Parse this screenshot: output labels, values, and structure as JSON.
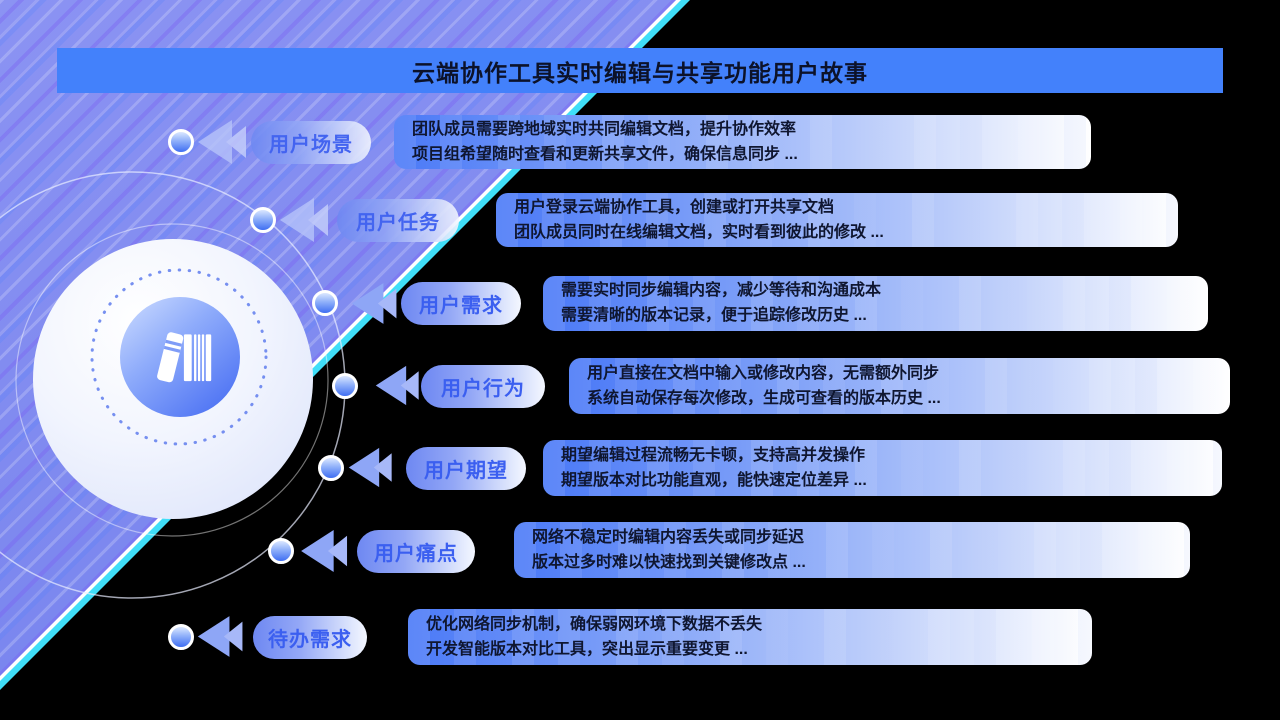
{
  "title": "云端协作工具实时编辑与共享功能用户故事",
  "rows": [
    {
      "label": "用户场景",
      "line1": "团队成员需要跨地域实时共同编辑文档，提升协作效率",
      "line2": "项目组希望随时查看和更新共享文件，确保信息同步 ..."
    },
    {
      "label": "用户任务",
      "line1": "用户登录云端协作工具，创建或打开共享文档",
      "line2": "团队成员同时在线编辑文档，实时看到彼此的修改 ..."
    },
    {
      "label": "用户需求",
      "line1": "需要实时同步编辑内容，减少等待和沟通成本",
      "line2": "需要清晰的版本记录，便于追踪修改历史 ..."
    },
    {
      "label": "用户行为",
      "line1": "用户直接在文档中输入或修改内容，无需额外同步",
      "line2": "系统自动保存每次修改，生成可查看的版本历史 ..."
    },
    {
      "label": "用户期望",
      "line1": "期望编辑过程流畅无卡顿，支持高并发操作",
      "line2": "期望版本对比功能直观，能快速定位差异 ..."
    },
    {
      "label": "用户痛点",
      "line1": "网络不稳定时编辑内容丢失或同步延迟",
      "line2": "版本过多时难以快速找到关键修改点 ..."
    },
    {
      "label": "待办需求",
      "line1": "优化网络同步机制，确保弱网环境下数据不丢失",
      "line2": "开发智能版本对比工具，突出显示重要变更 ..."
    }
  ],
  "icons": {
    "center": "books-icon",
    "row_marker": "double-arrow-left-icon",
    "connector": "connector-dot"
  },
  "colors": {
    "background": "#000000",
    "title_bar": "#4381fb",
    "title_text": "#0c1229",
    "stripes_base": "#7e89ef",
    "edge_cyan": "#35e0f5",
    "box_left_blue": "#4a79f7",
    "box_right_white": "#ffffff",
    "box_text": "#0f1630",
    "pill_text": "#3b5ff0",
    "dot_blue": "#3f6ef2",
    "icon_circle_blue": "#4168f2"
  }
}
